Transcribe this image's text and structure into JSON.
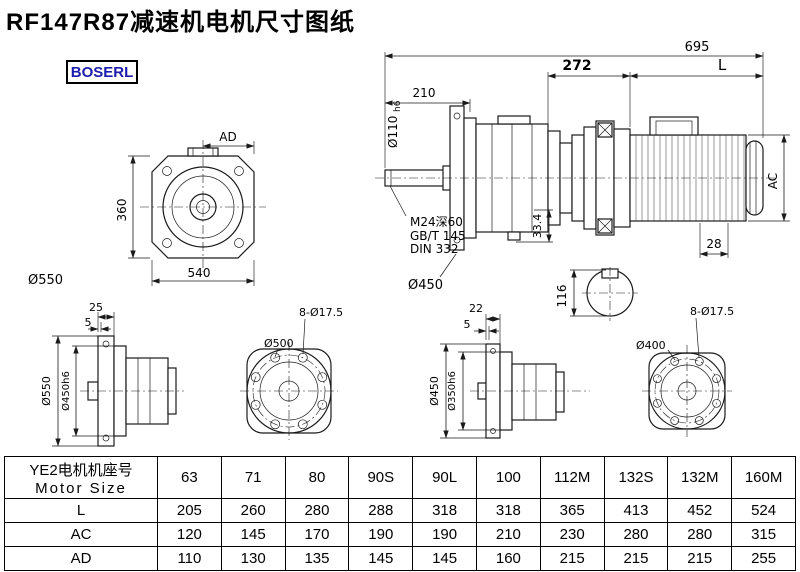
{
  "page": {
    "title": "RF147R87减速机电机尺寸图纸",
    "brand": "BOSERL"
  },
  "front_view": {
    "ad": "AD",
    "height": "360",
    "flange_dia": "Ø550",
    "width": "540"
  },
  "side_view": {
    "total_length": "695",
    "shaft_length": "210",
    "shaft_dia": "Ø110",
    "shaft_tol": "h6",
    "tap_line1": "M24深60",
    "tap_line2": "GB/T 145",
    "tap_line3": "DIN 332",
    "key_height": "33.4",
    "flange_dia": "Ø450"
  },
  "motor_view": {
    "adapter_length": "272",
    "motor_length": "L",
    "motor_dia": "AC",
    "key_offset": "28",
    "shaft_end_dia": "116"
  },
  "flange_a": {
    "thickness": "25",
    "step": "5",
    "outer_dia": "Ø550",
    "spigot_dia": "Ø450h6",
    "holes": "8-Ø17.5",
    "bolt_circle": "Ø500"
  },
  "flange_b": {
    "thickness": "22",
    "step": "5",
    "outer_dia": "Ø450",
    "spigot_dia": "Ø350h6",
    "holes": "8-Ø17.5",
    "bolt_circle": "Ø400"
  },
  "table": {
    "header_cn": "YE2电机机座号",
    "header_en": "Motor Size",
    "sizes": [
      "63",
      "71",
      "80",
      "90S",
      "90L",
      "100",
      "112M",
      "132S",
      "132M",
      "160M"
    ],
    "rows": [
      {
        "label": "L",
        "values": [
          "205",
          "260",
          "280",
          "288",
          "318",
          "318",
          "365",
          "413",
          "452",
          "524"
        ]
      },
      {
        "label": "AC",
        "values": [
          "120",
          "145",
          "170",
          "190",
          "190",
          "210",
          "230",
          "280",
          "280",
          "315"
        ]
      },
      {
        "label": "AD",
        "values": [
          "110",
          "130",
          "135",
          "145",
          "145",
          "160",
          "215",
          "215",
          "215",
          "255"
        ]
      }
    ]
  }
}
